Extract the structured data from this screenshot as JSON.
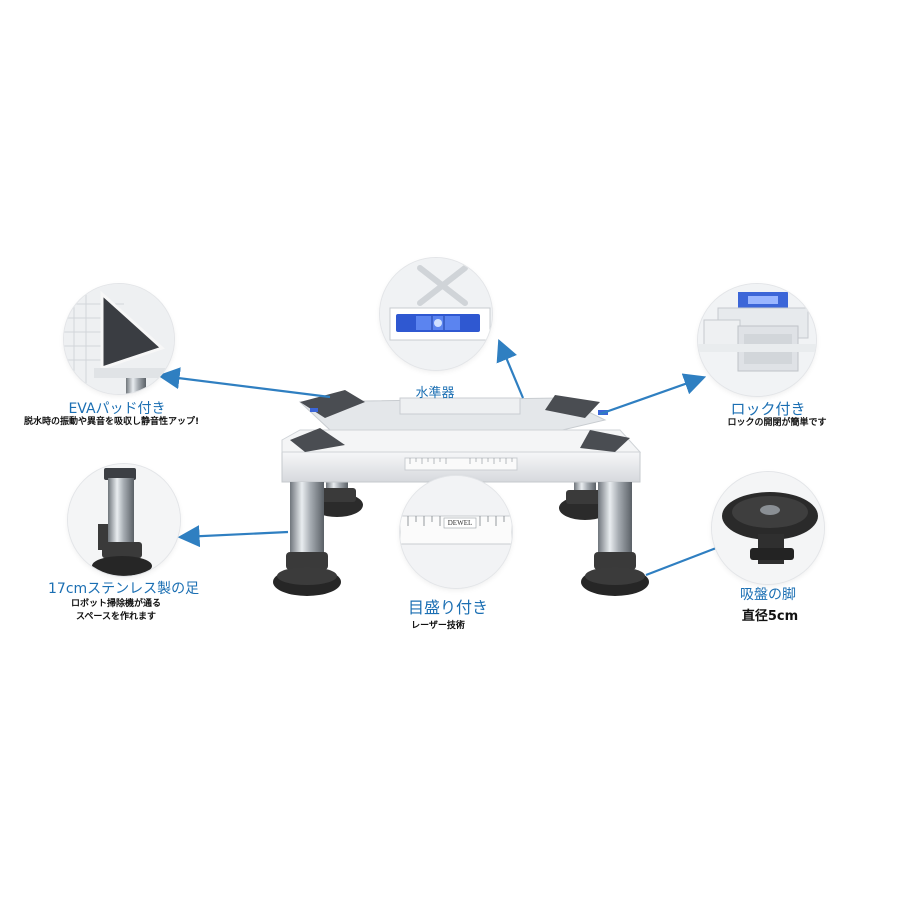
{
  "features": {
    "eva_pad": {
      "title": "EVAパッド付き",
      "description": "脱水時の振動や異音を吸収し静音性アップ!"
    },
    "level": {
      "title": "水準器"
    },
    "lock": {
      "title": "ロック付き",
      "description": "ロックの開閉が簡単です"
    },
    "legs": {
      "title": "17cmステンレス製の足",
      "description_line1": "ロボット掃除機が通る",
      "description_line2": "スペースを作れます"
    },
    "scale": {
      "title": "目盛り付き",
      "description": "レーザー技術"
    },
    "suction": {
      "title": "吸盤の脚",
      "description": "直径5cm"
    }
  },
  "ruler": {
    "brand": "DEWEL"
  },
  "colors": {
    "accent": "#1b6fb3",
    "arrow": "#2f7fc1",
    "frame": "#e9ecef",
    "steel": "#b9bec4",
    "foot": "#2b2b2b"
  }
}
